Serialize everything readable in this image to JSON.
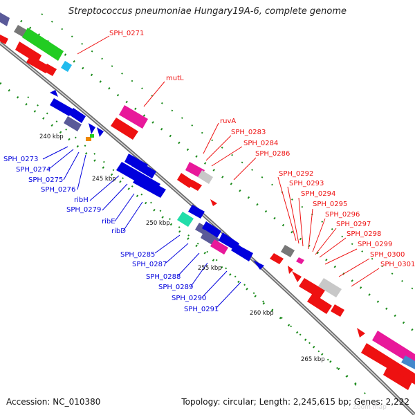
{
  "title": "Streptococcus pneumoniae Hungary19A-6, complete genome",
  "footer": {
    "accession": "Accession: NC_010380",
    "stats": "Topology: circular; Length: 2,245,615 bp; Genes: 2,222"
  },
  "watermark": "Zoom map",
  "scale_labels": [
    "240 kbp",
    "245 kbp",
    "250 kbp",
    "255 kbp",
    "260 kbp",
    "265 kbp"
  ],
  "forward_labels": [
    "SPH_0271",
    "mutL",
    "ruvA",
    "SPH_0283",
    "SPH_0284",
    "SPH_0286",
    "SPH_0292",
    "SPH_0293",
    "SPH_0294",
    "SPH_0295",
    "SPH_0296",
    "SPH_0297",
    "SPH_0298",
    "SPH_0299",
    "SPH_0300",
    "SPH_0301"
  ],
  "reverse_labels": [
    "SPH_0273",
    "SPH_0274",
    "SPH_0275",
    "SPH_0276",
    "ribH",
    "SPH_0279",
    "ribE",
    "ribD",
    "SPH_0285",
    "SPH_0287",
    "SPH_0288",
    "SPH_0289",
    "SPH_0290",
    "SPH_0291"
  ],
  "colors": {
    "forward": "#ee1111",
    "reverse": "#0000dd",
    "backbone": "#8a8a8a",
    "ticks": "#1a8a1a",
    "magenta": "#e8189a",
    "green": "#22cc22",
    "grey": "#777777",
    "lightgrey": "#c8c8c8",
    "purple": "#5a5a99",
    "teal": "#22ddaa",
    "cyan": "#22bbee"
  }
}
